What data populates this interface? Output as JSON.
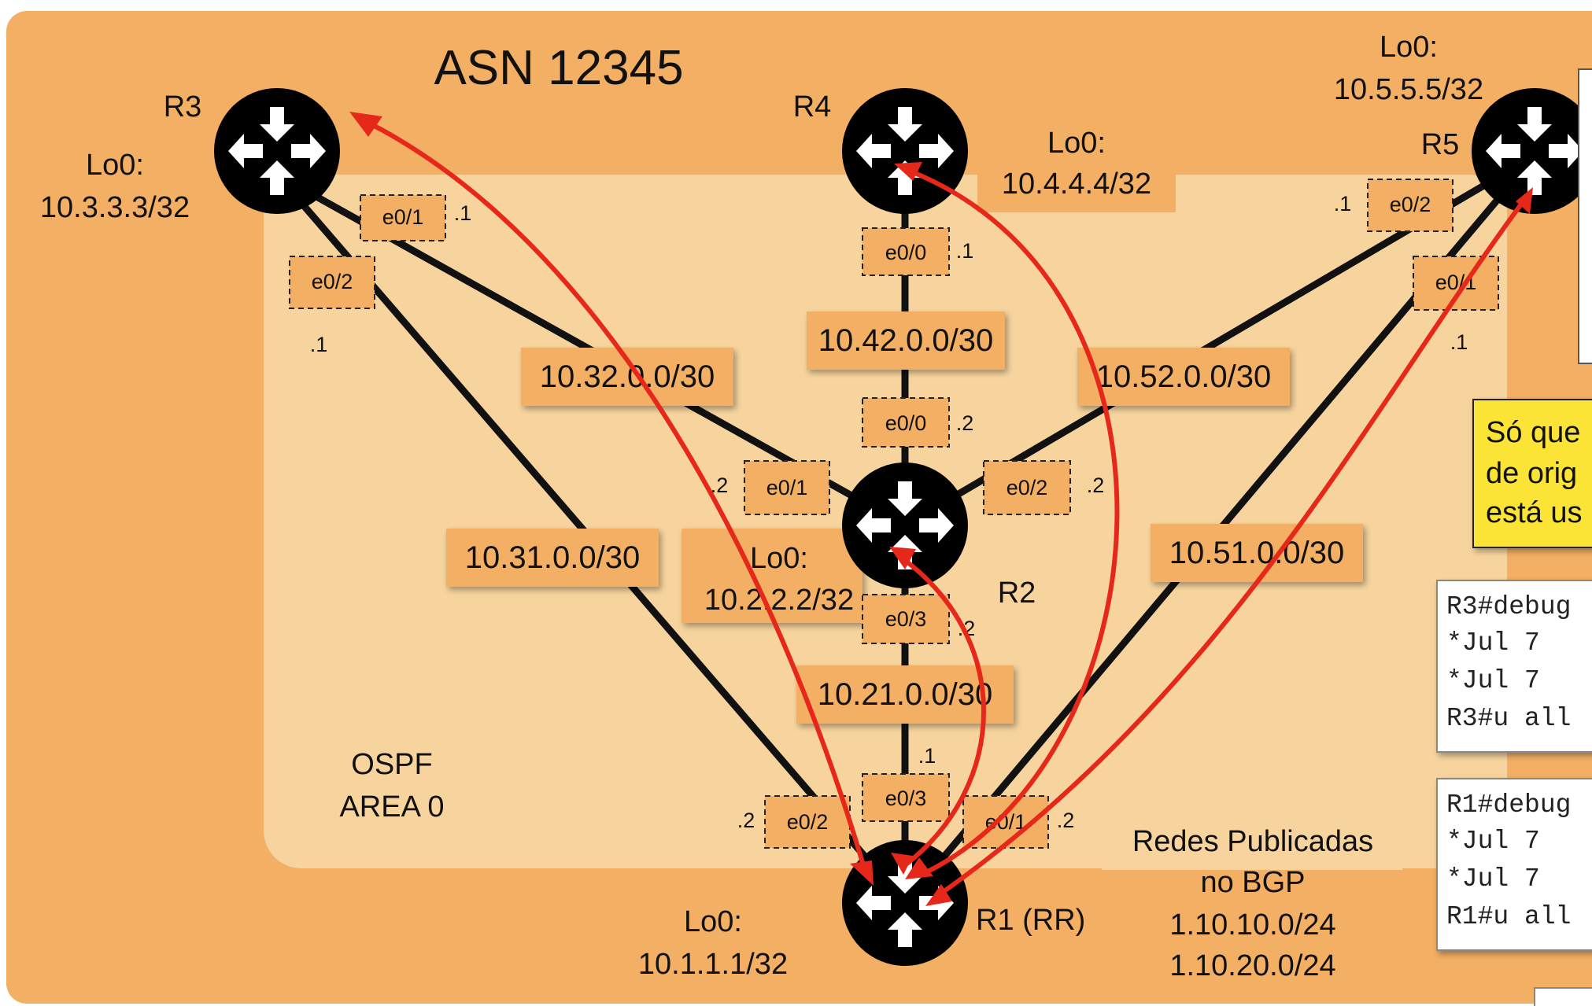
{
  "asn_label": "ASN 12345",
  "area_label": [
    "OSPF",
    "AREA 0"
  ],
  "routers": [
    {
      "id": "R3",
      "name": "R3",
      "loopback_title": "Lo0:",
      "loopback": "10.3.3.3/32"
    },
    {
      "id": "R4",
      "name": "R4",
      "loopback_title": "Lo0:",
      "loopback": "10.4.4.4/32"
    },
    {
      "id": "R5",
      "name": "R5",
      "loopback_title": "Lo0:",
      "loopback": "10.5.5.5/32"
    },
    {
      "id": "R2",
      "name": "R2",
      "loopback_title": "Lo0:",
      "loopback": "10.2.2.2/32"
    },
    {
      "id": "R1",
      "name": "R1 (RR)",
      "loopback_title": "Lo0:",
      "loopback": "10.1.1.1/32"
    }
  ],
  "networks": [
    "10.32.0.0/30",
    "10.42.0.0/30",
    "10.52.0.0/30",
    "10.31.0.0/30",
    "10.51.0.0/30",
    "10.21.0.0/30"
  ],
  "interfaces": [
    {
      "name": "e0/1",
      "host": ".1"
    },
    {
      "name": "e0/2",
      "host": ".1"
    },
    {
      "name": "e0/0",
      "host": ".1"
    },
    {
      "name": "e0/2",
      "host": ".1"
    },
    {
      "name": "e0/1",
      "host": ".1"
    },
    {
      "name": "e0/0",
      "host": ".2"
    },
    {
      "name": "e0/1",
      "host": ".2"
    },
    {
      "name": "e0/2",
      "host": ".2"
    },
    {
      "name": "e0/3",
      "host": ".2"
    },
    {
      "name": "e0/3",
      "host": ".1"
    },
    {
      "name": "e0/2",
      "host": ".2"
    },
    {
      "name": "e0/1",
      "host": ".2"
    }
  ],
  "published": {
    "title_line1": "Redes Publicadas",
    "title_line2": "no BGP",
    "nets": [
      "1.10.10.0/24",
      "1.10.20.0/24"
    ]
  },
  "note_lines": [
    "Só que",
    "de orig",
    "está us"
  ],
  "console_r3": [
    "R3#debug",
    "*Jul  7",
    "*Jul  7",
    "R3#u all"
  ],
  "console_r1": [
    "R1#debug",
    "*Jul  7",
    "*Jul  7",
    "R1#u all"
  ],
  "colors": {
    "outer": "#f3af63",
    "area": "#f7d49e",
    "label": "#f3af63",
    "session": "#e5281a",
    "link": "#111111",
    "note": "#fbe436"
  }
}
